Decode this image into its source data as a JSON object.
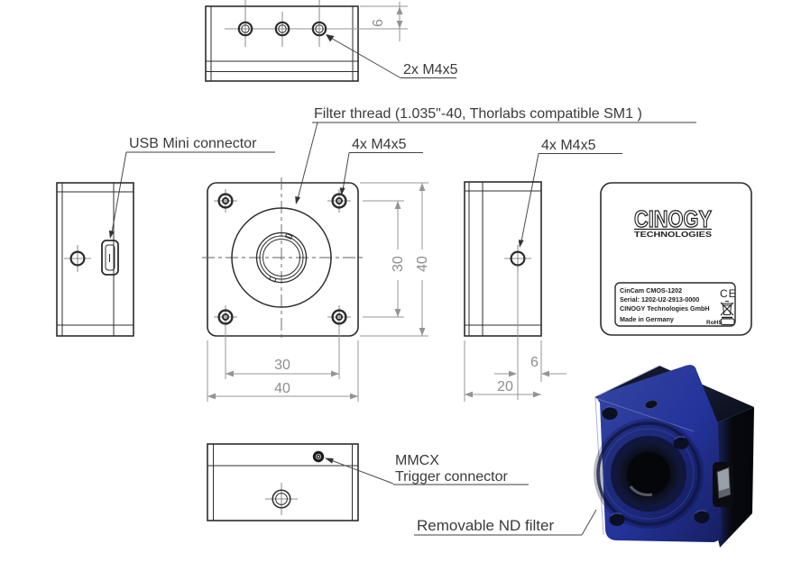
{
  "drawing": {
    "title_context": "CinCam CMOS camera dimensional drawing",
    "callouts": {
      "usb": "USB Mini connector",
      "filter_thread": "Filter thread (1.035\"-40, Thorlabs compatible SM1 )",
      "m4_front": "4x M4x5",
      "m4_side": "4x M4x5",
      "m4_top": "2x M4x5",
      "mmcx_line1": "MMCX",
      "mmcx_line2": "Trigger connector",
      "nd_filter": "Removable ND filter"
    },
    "dimensions": {
      "dim_hole_offset_top": "6",
      "dim_mount_spacing": "30",
      "dim_body_size": "40",
      "dim_hole_offset_side": "6",
      "dim_body_depth": "20"
    },
    "nameplate": {
      "brand": "CINOGY",
      "brand_sub": "TECHNOLOGIES",
      "line1": "CinCam CMOS-1202",
      "line2": "Serial: 1202-U2-2913-0000",
      "line3": "CINOGY Technologies GmbH",
      "line4": "Made in Germany",
      "ce_mark": "CE",
      "rohs": "RoHS"
    },
    "colors": {
      "line": "#2c2c2c",
      "dimension": "#8e8e8e",
      "callout_text": "#3a3a3a",
      "camera_blue": "#2a3a9e",
      "camera_blue_dark": "#161f60",
      "camera_black": "#0a0c16"
    }
  }
}
